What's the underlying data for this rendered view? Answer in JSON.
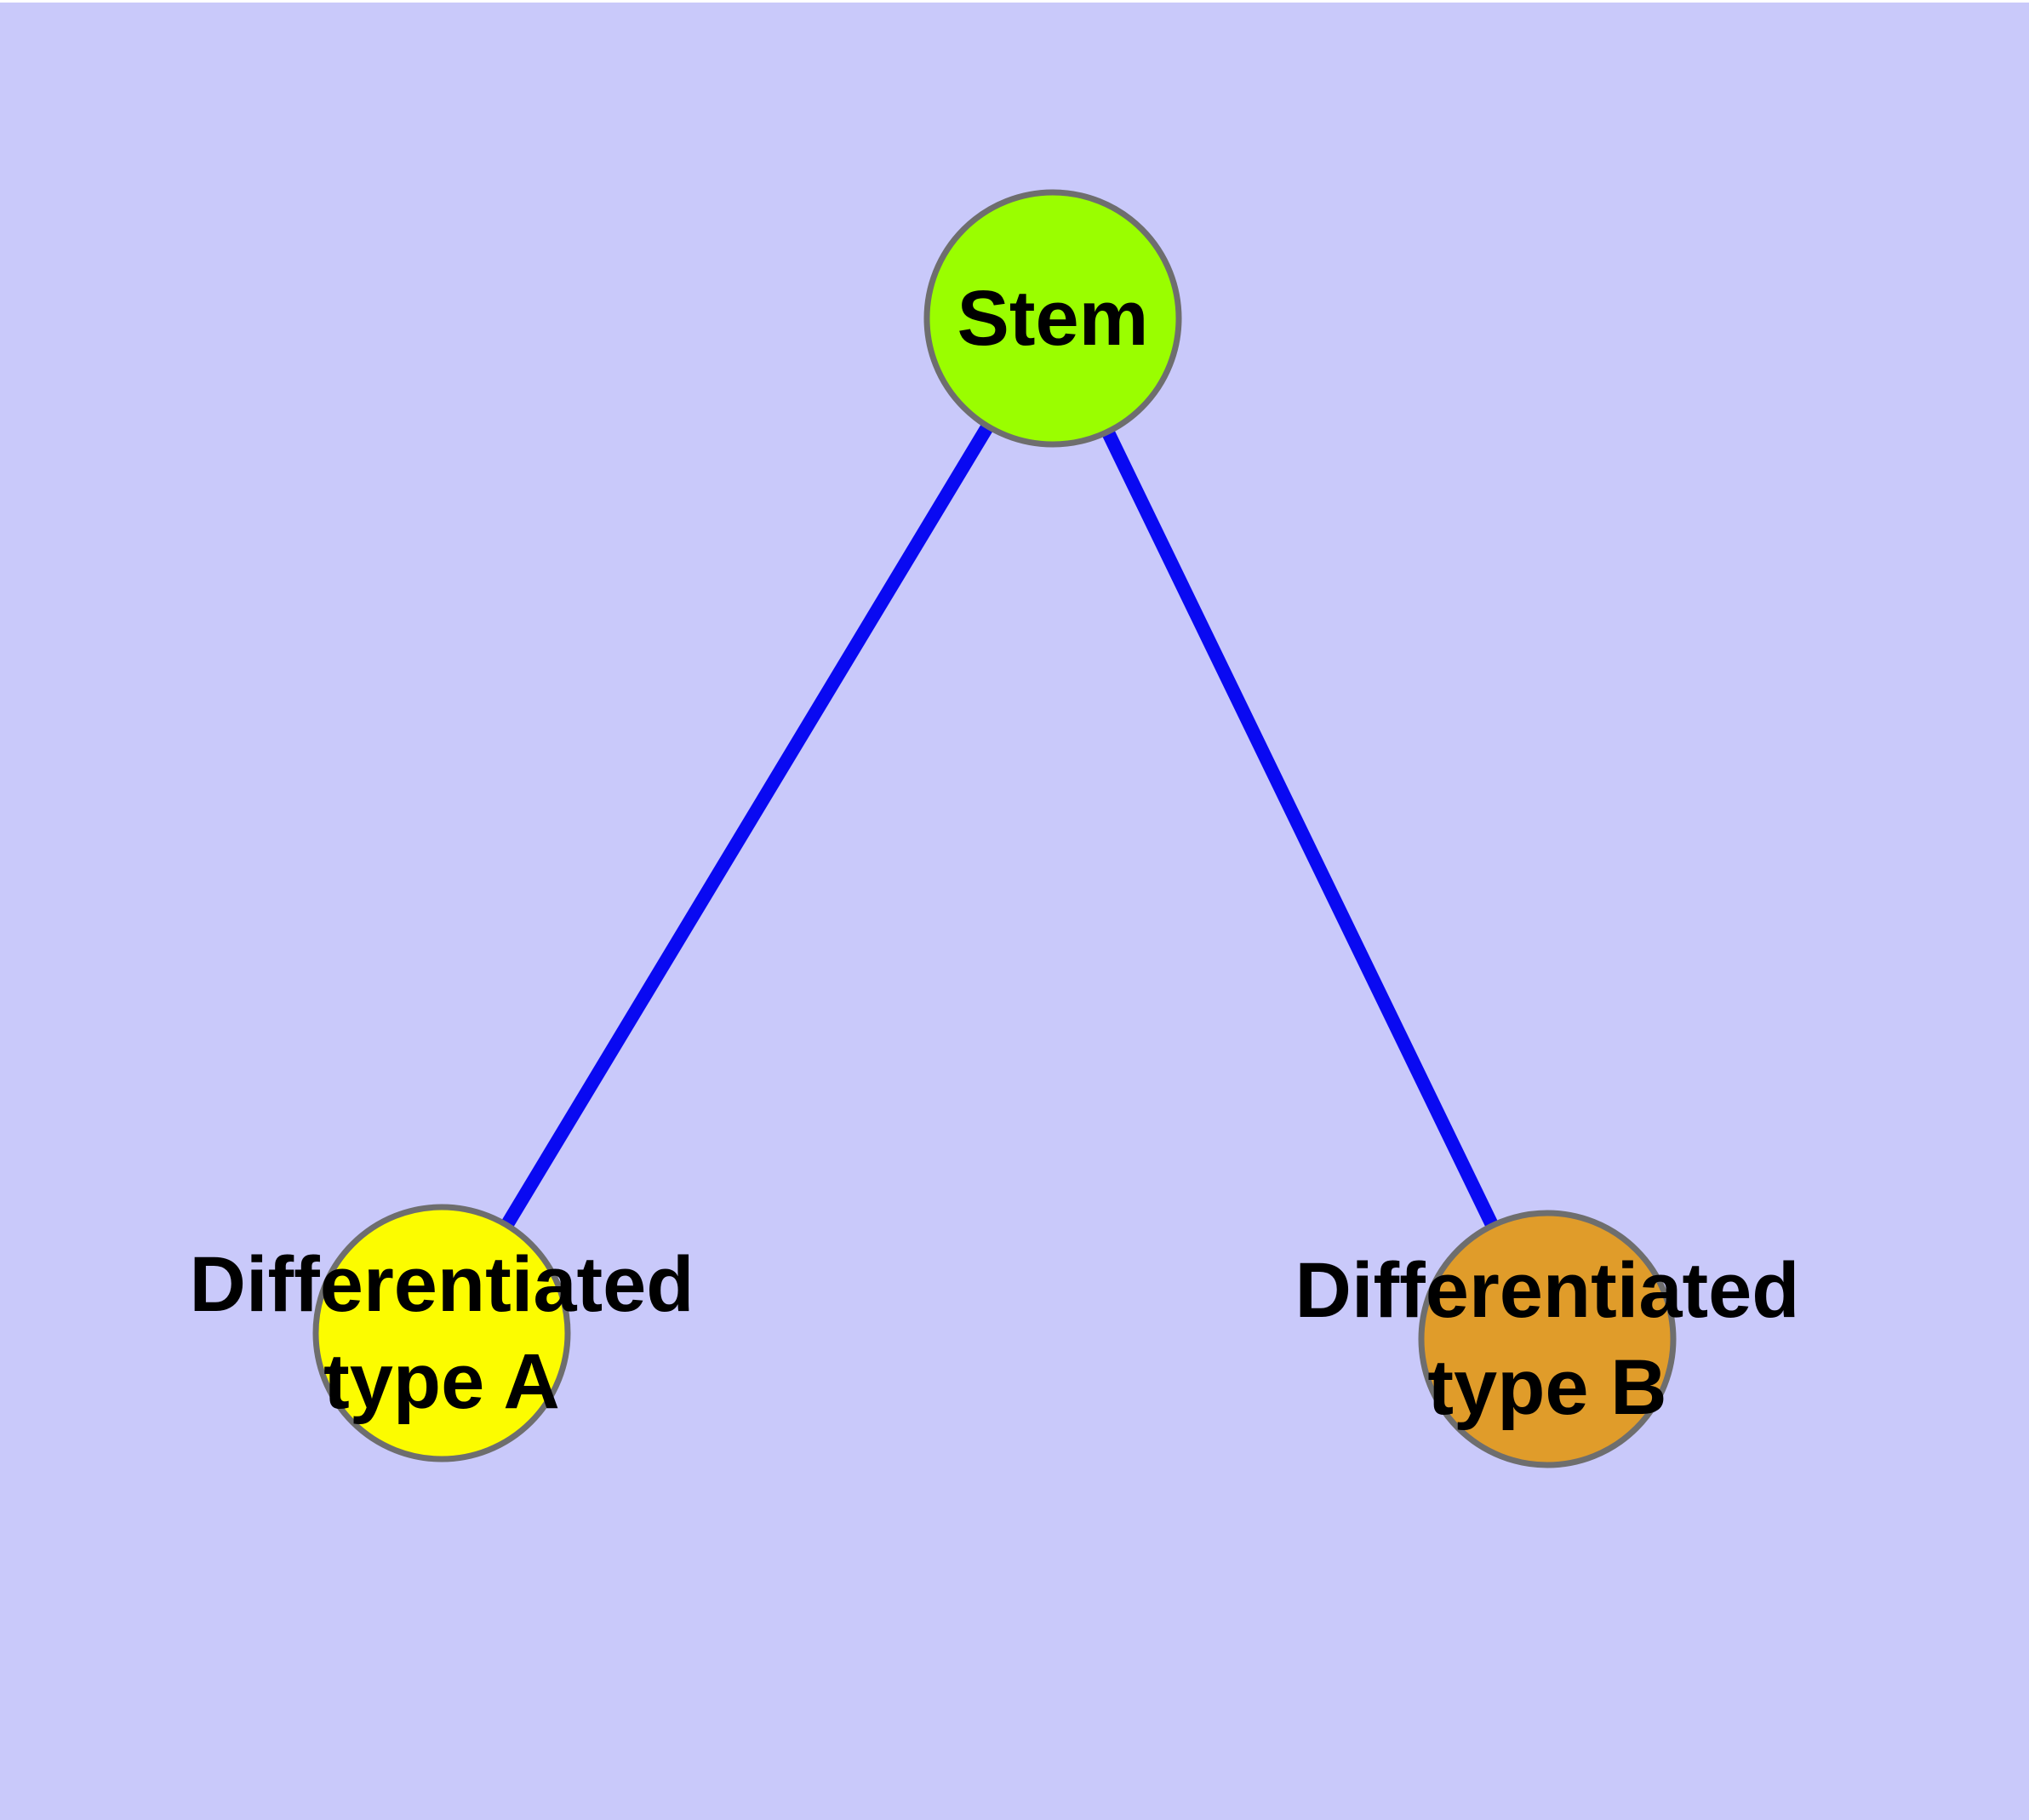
{
  "diagram": {
    "background_color": "#C9C9FA",
    "top_strip_color": "#FFFFFF",
    "edge_color": "#0909F2",
    "node_border_color": "#6E6E6E",
    "label_color": "#000000",
    "nodes": {
      "stem": {
        "label": "Stem",
        "color": "#9AFE00"
      },
      "type_a": {
        "label_line1": "Differentiated",
        "label_line2": "type A",
        "color": "#FCFC00"
      },
      "type_b": {
        "label_line1": "Differentiated",
        "label_line2": "type B",
        "color": "#E09C2A"
      }
    },
    "edges": [
      {
        "from": "Stem",
        "to": "Differentiated type A"
      },
      {
        "from": "Stem",
        "to": "Differentiated type B"
      }
    ]
  }
}
